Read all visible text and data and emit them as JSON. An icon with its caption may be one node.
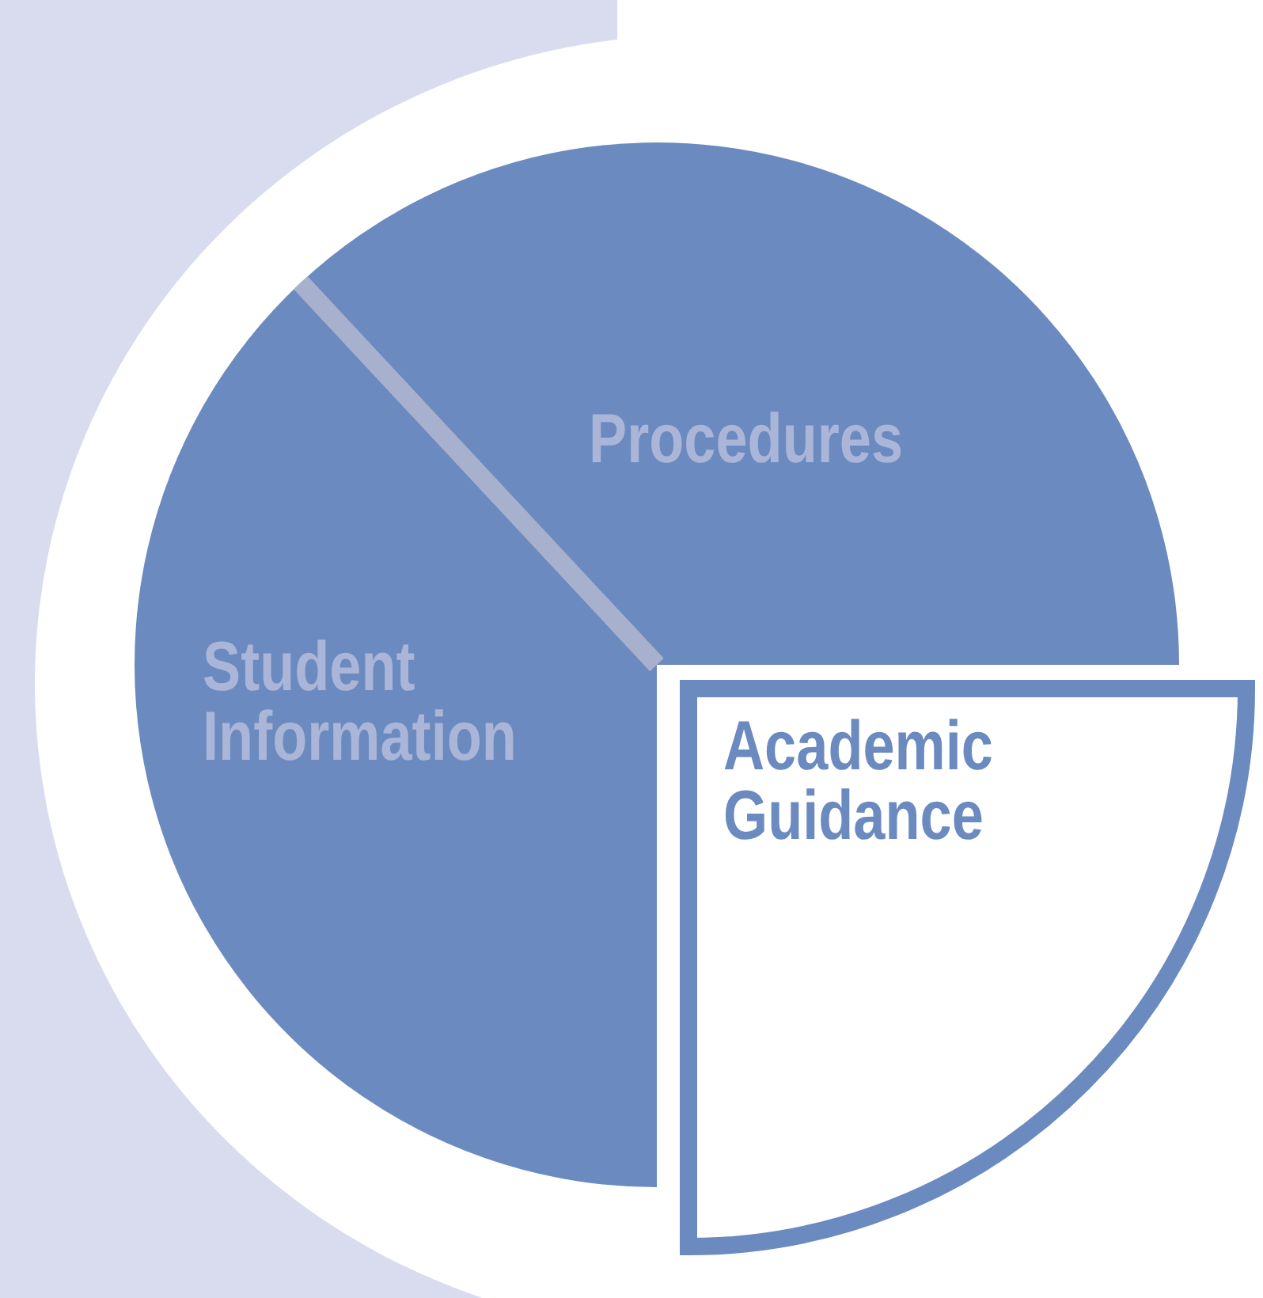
{
  "diagram": {
    "nodes": [
      {
        "text": [
          "Procedures"
        ]
      },
      {
        "text": [
          "Student Information"
        ]
      },
      {
        "text": [
          "Academic Guidance"
        ]
      }
    ]
  }
}
